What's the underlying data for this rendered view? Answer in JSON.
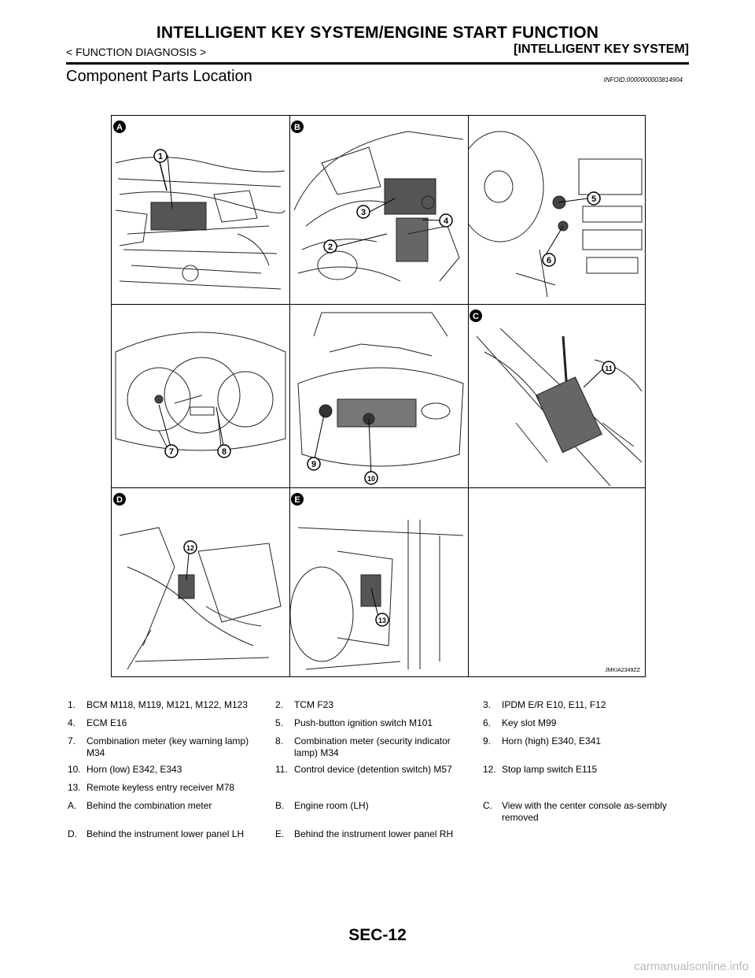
{
  "header": {
    "title": "INTELLIGENT KEY SYSTEM/ENGINE START FUNCTION",
    "left": "< FUNCTION DIAGNOSIS >",
    "right": "[INTELLIGENT KEY SYSTEM]"
  },
  "section": {
    "title": "Component Parts Location",
    "info_id": "INFOID:0000000003814904"
  },
  "figure": {
    "id": "JMKIA2349ZZ",
    "panel_letters": [
      "A",
      "B",
      "C",
      "D",
      "E"
    ],
    "callouts": [
      "1",
      "2",
      "3",
      "4",
      "5",
      "6",
      "7",
      "8",
      "9",
      "10",
      "11",
      "12",
      "13"
    ]
  },
  "legend": {
    "rows": [
      [
        {
          "num": "1.",
          "text": "BCM M118, M119, M121, M122, M123"
        },
        {
          "num": "2.",
          "text": "TCM F23"
        },
        {
          "num": "3.",
          "text": "IPDM E/R E10, E11, F12"
        }
      ],
      [
        {
          "num": "4.",
          "text": "ECM E16"
        },
        {
          "num": "5.",
          "text": "Push-button ignition switch M101"
        },
        {
          "num": "6.",
          "text": "Key slot M99"
        }
      ],
      [
        {
          "num": "7.",
          "text": "Combination meter (key warning lamp) M34"
        },
        {
          "num": "8.",
          "text": "Combination meter (security indicator lamp) M34"
        },
        {
          "num": "9.",
          "text": "Horn (high) E340, E341"
        }
      ],
      [
        {
          "num": "10.",
          "text": "Horn (low) E342, E343"
        },
        {
          "num": "11.",
          "text": "Control device (detention switch) M57"
        },
        {
          "num": "12.",
          "text": "Stop lamp switch E115"
        }
      ],
      [
        {
          "num": "13.",
          "text": "Remote keyless entry receiver M78"
        },
        {
          "num": "",
          "text": ""
        },
        {
          "num": "",
          "text": ""
        }
      ],
      [
        {
          "num": "A.",
          "text": "Behind the combination meter"
        },
        {
          "num": "B.",
          "text": "Engine room (LH)"
        },
        {
          "num": "C.",
          "text": "View with the center console as-sembly removed"
        }
      ],
      [
        {
          "num": "D.",
          "text": "Behind the instrument lower panel LH"
        },
        {
          "num": "E.",
          "text": "Behind the instrument lower panel RH"
        },
        {
          "num": "",
          "text": ""
        }
      ]
    ]
  },
  "footer": {
    "page": "SEC-12",
    "watermark": "carmanualsonline.info"
  }
}
